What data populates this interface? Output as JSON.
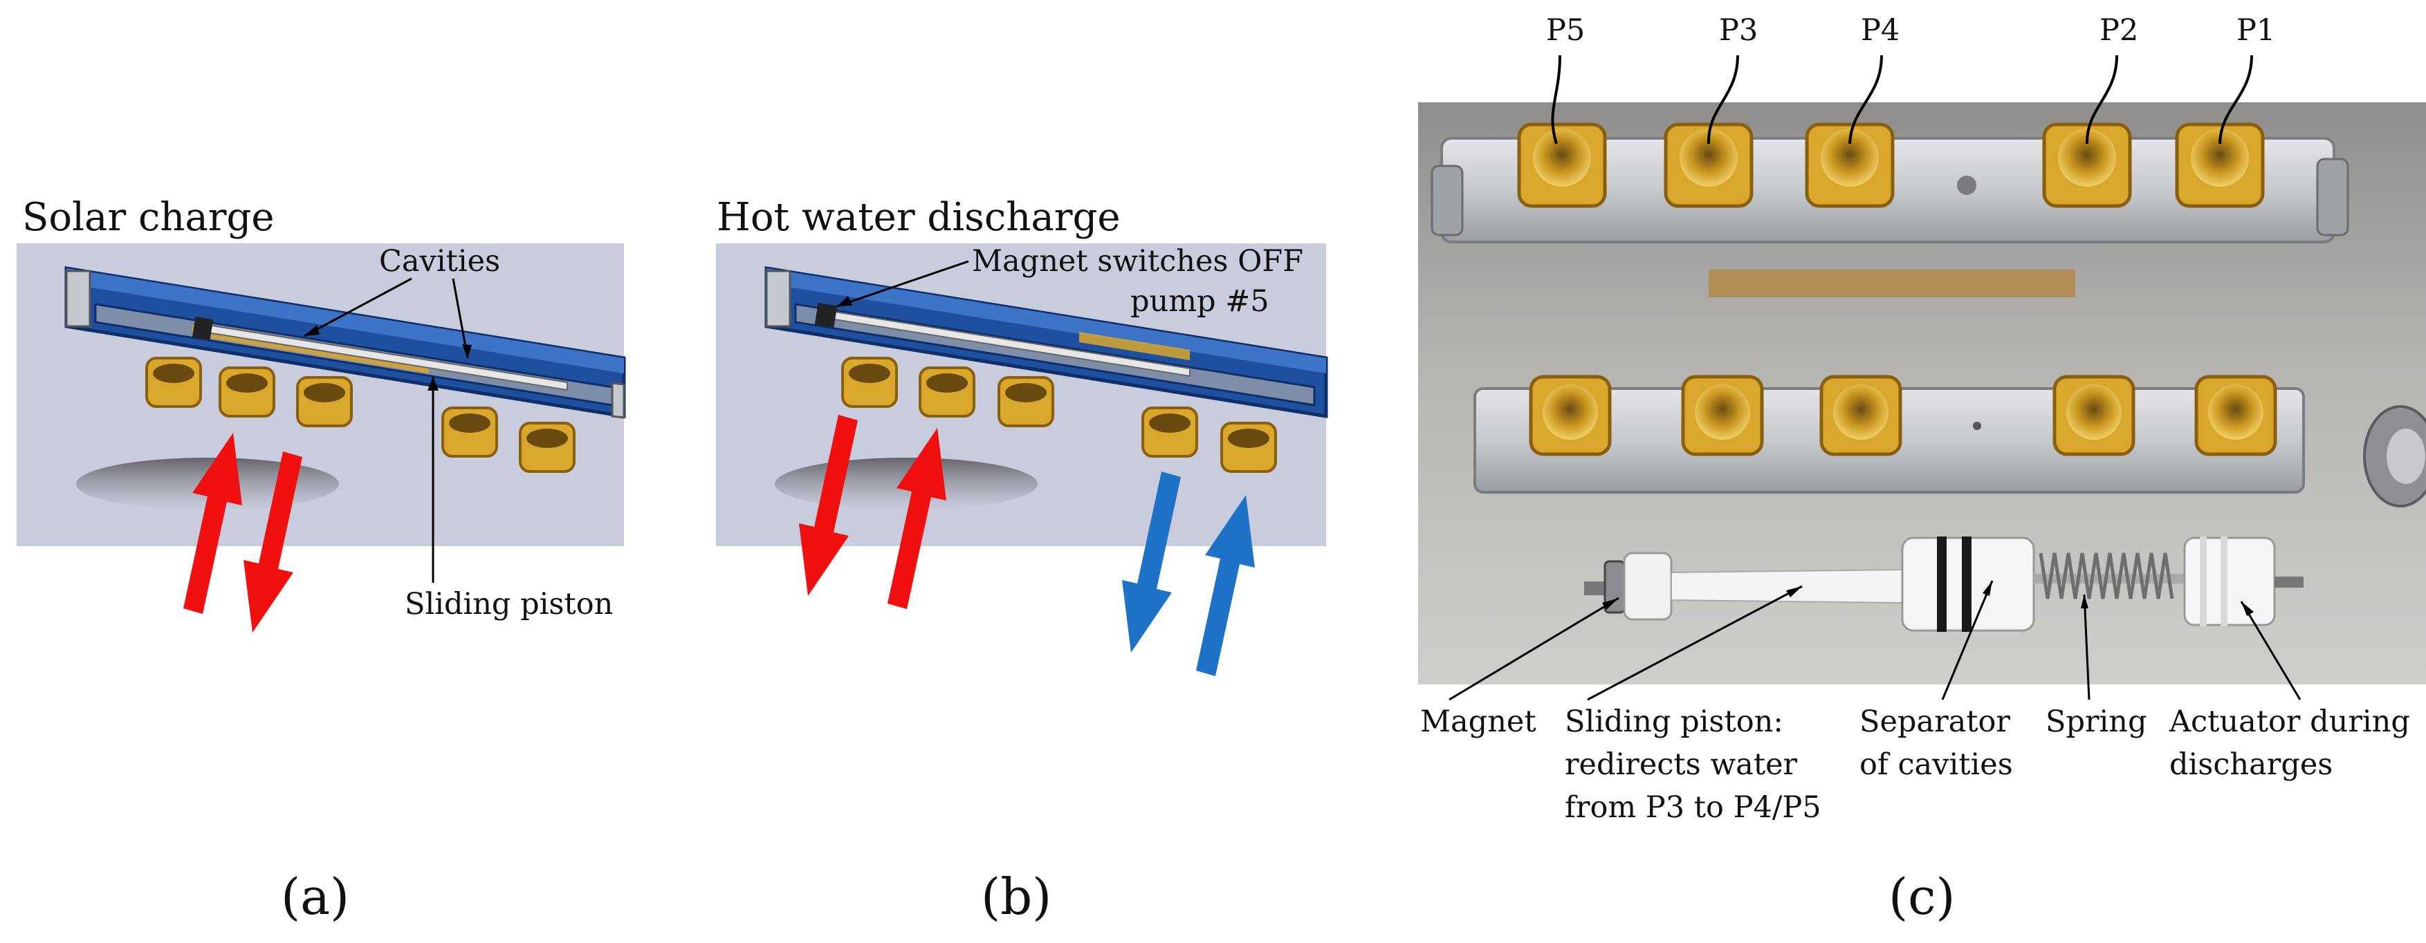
{
  "colors": {
    "panel_bg": "#c9ccdc",
    "manifold_blue": "#1f4f9f",
    "manifold_blue_dark": "#0f2f6a",
    "brass": "#d9a72c",
    "brass_dark": "#8a6010",
    "arrow_red": "#f01010",
    "arrow_blue": "#1e73c8",
    "photo_bg": "#a9a8a6",
    "aluminum": "#c3c6c9",
    "piston_white": "#f2f2f2"
  },
  "panel_a": {
    "title": "Solar charge",
    "cavities_label": "Cavities",
    "piston_label": "Sliding piston",
    "caption": "(a)"
  },
  "panel_b": {
    "title": "Hot water discharge",
    "magnet_label_line1": "Magnet switches OFF",
    "magnet_label_line2": "pump #5",
    "caption": "(b)"
  },
  "panel_c": {
    "ports": [
      "P5",
      "P3",
      "P4",
      "P2",
      "P1"
    ],
    "magnet": "Magnet",
    "piston_line1": "Sliding piston:",
    "piston_line2": "redirects water",
    "piston_line3": "from P3 to P4/P5",
    "separator_line1": "Separator",
    "separator_line2": "of cavities",
    "spring": "Spring",
    "actuator_line1": "Actuator during",
    "actuator_line2": "discharges",
    "caption": "(c)"
  }
}
